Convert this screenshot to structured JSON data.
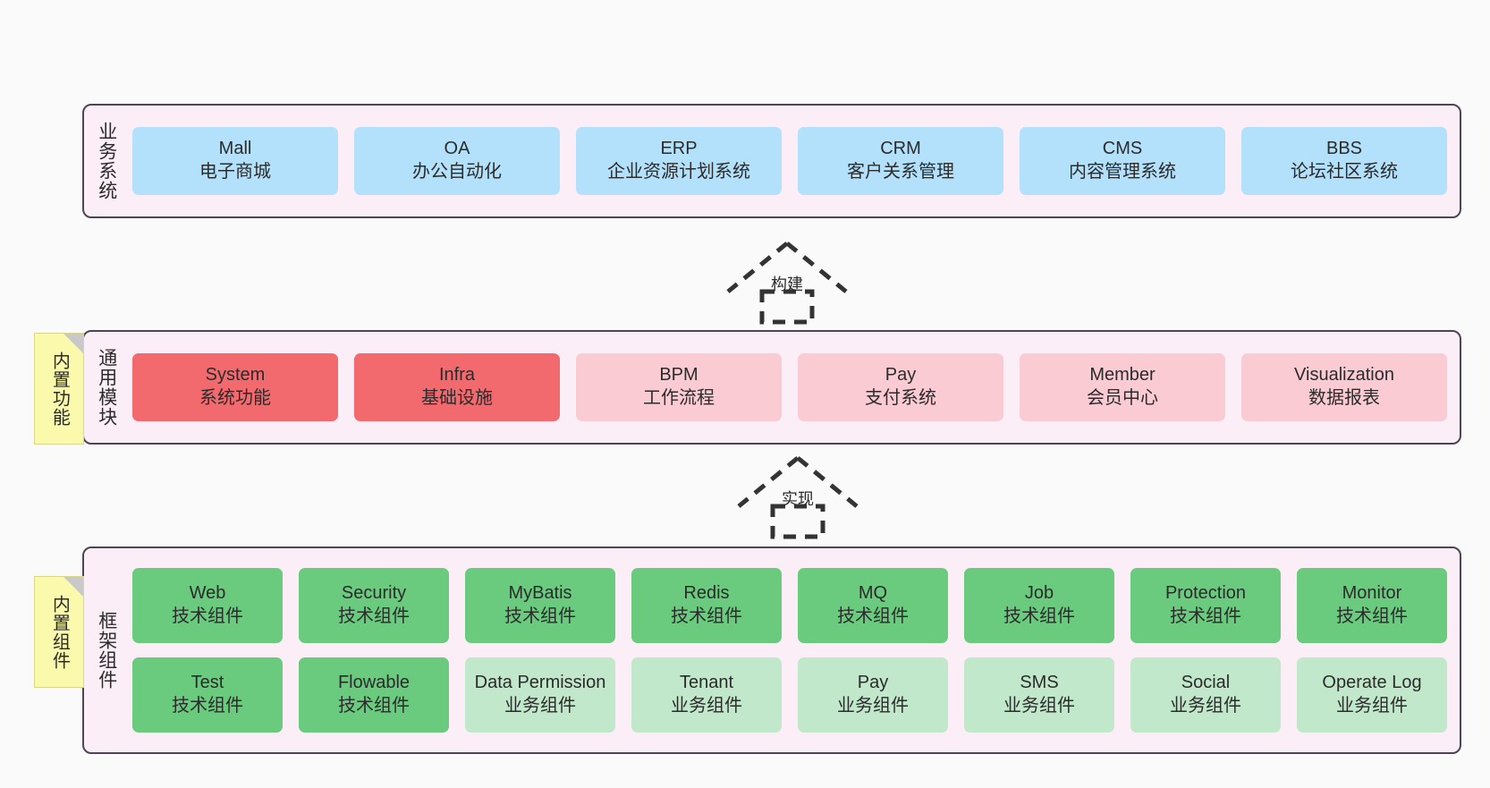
{
  "colors": {
    "canvas_bg": "#FAFAFA",
    "layer_fill": "#FBEEF6",
    "layer_stroke": "#4C4457",
    "business_cell": "#B3E0FB",
    "common_cell_strong": "#F2696E",
    "common_cell_light": "#FBCBD3",
    "framework_cell_strong": "#6ACB7E",
    "framework_cell_light": "#C2E8CB",
    "note_fill": "#FBFAAC",
    "note_fold": "#C9C9C9",
    "text": "#2B2B2B"
  },
  "layers": {
    "business": {
      "title": "业务系统",
      "rows": [
        [
          {
            "en": "Mall",
            "cn": "电子商城",
            "tone": "blue"
          },
          {
            "en": "OA",
            "cn": "办公自动化",
            "tone": "blue"
          },
          {
            "en": "ERP",
            "cn": "企业资源计划系统",
            "tone": "blue"
          },
          {
            "en": "CRM",
            "cn": "客户关系管理",
            "tone": "blue"
          },
          {
            "en": "CMS",
            "cn": "内容管理系统",
            "tone": "blue"
          },
          {
            "en": "BBS",
            "cn": "论坛社区系统",
            "tone": "blue"
          }
        ]
      ]
    },
    "common": {
      "title": "通用模块",
      "rows": [
        [
          {
            "en": "System",
            "cn": "系统功能",
            "tone": "red-strong"
          },
          {
            "en": "Infra",
            "cn": "基础设施",
            "tone": "red-strong"
          },
          {
            "en": "BPM",
            "cn": "工作流程",
            "tone": "red-light"
          },
          {
            "en": "Pay",
            "cn": "支付系统",
            "tone": "red-light"
          },
          {
            "en": "Member",
            "cn": "会员中心",
            "tone": "red-light"
          },
          {
            "en": "Visualization",
            "cn": "数据报表",
            "tone": "red-light"
          }
        ]
      ]
    },
    "framework": {
      "title": "框架组件",
      "rows": [
        [
          {
            "en": "Web",
            "cn": "技术组件",
            "tone": "green-strong"
          },
          {
            "en": "Security",
            "cn": "技术组件",
            "tone": "green-strong"
          },
          {
            "en": "MyBatis",
            "cn": "技术组件",
            "tone": "green-strong"
          },
          {
            "en": "Redis",
            "cn": "技术组件",
            "tone": "green-strong"
          },
          {
            "en": "MQ",
            "cn": "技术组件",
            "tone": "green-strong"
          },
          {
            "en": "Job",
            "cn": "技术组件",
            "tone": "green-strong"
          },
          {
            "en": "Protection",
            "cn": "技术组件",
            "tone": "green-strong"
          },
          {
            "en": "Monitor",
            "cn": "技术组件",
            "tone": "green-strong"
          }
        ],
        [
          {
            "en": "Test",
            "cn": "技术组件",
            "tone": "green-strong"
          },
          {
            "en": "Flowable",
            "cn": "技术组件",
            "tone": "green-strong"
          },
          {
            "en": "Data Permission",
            "cn": "业务组件",
            "tone": "green-light"
          },
          {
            "en": "Tenant",
            "cn": "业务组件",
            "tone": "green-light"
          },
          {
            "en": "Pay",
            "cn": "业务组件",
            "tone": "green-light"
          },
          {
            "en": "SMS",
            "cn": "业务组件",
            "tone": "green-light"
          },
          {
            "en": "Social",
            "cn": "业务组件",
            "tone": "green-light"
          },
          {
            "en": "Operate Log",
            "cn": "业务组件",
            "tone": "green-light"
          }
        ]
      ]
    }
  },
  "notes": [
    {
      "id": "builtin-func",
      "label": "内置功能"
    },
    {
      "id": "builtin-comp",
      "label": "内置组件"
    }
  ],
  "connectors": [
    {
      "id": "build",
      "label": "构建"
    },
    {
      "id": "impl",
      "label": "实现"
    }
  ]
}
